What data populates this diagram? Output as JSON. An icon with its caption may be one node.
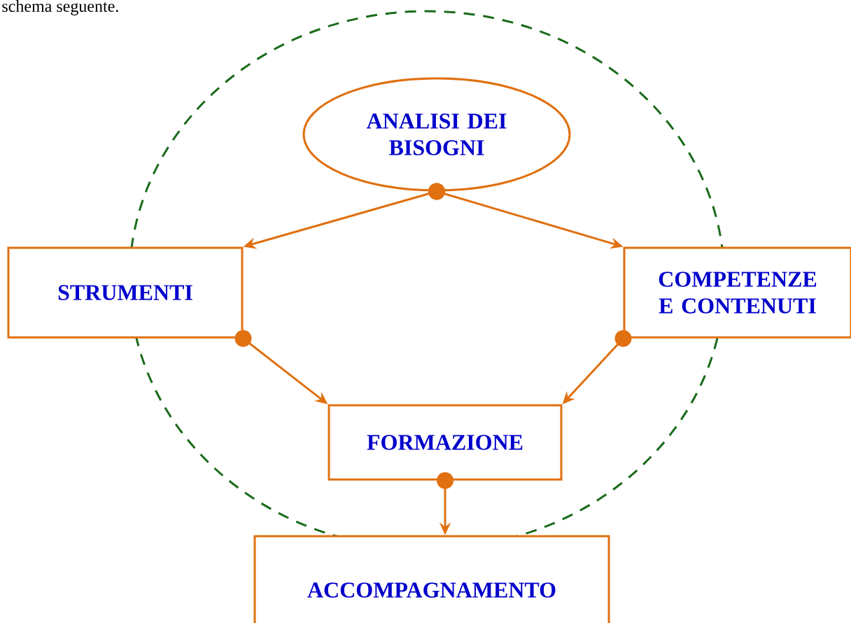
{
  "diagram": {
    "nodes": [
      {
        "text": [
          "ANALISI DEI BISOGNI"
        ]
      },
      {
        "text": [
          "STRUMENTI"
        ]
      },
      {
        "text": [
          "COMPETENZE E CONTENUTI"
        ]
      },
      {
        "text": [
          "FORMAZIONE"
        ]
      },
      {
        "text": [
          "ACCOMPAGNAMENTO"
        ]
      }
    ],
    "edges": [
      {
        "from": 0,
        "to": 1,
        "arrow": "to"
      },
      {
        "from": 0,
        "to": 2,
        "arrow": "to"
      },
      {
        "from": 1,
        "to": 3,
        "arrow": "to"
      },
      {
        "from": 2,
        "to": 3,
        "arrow": "to"
      },
      {
        "from": 3,
        "to": 4,
        "arrow": "to"
      }
    ],
    "labels": [
      "schema seguente."
    ]
  }
}
